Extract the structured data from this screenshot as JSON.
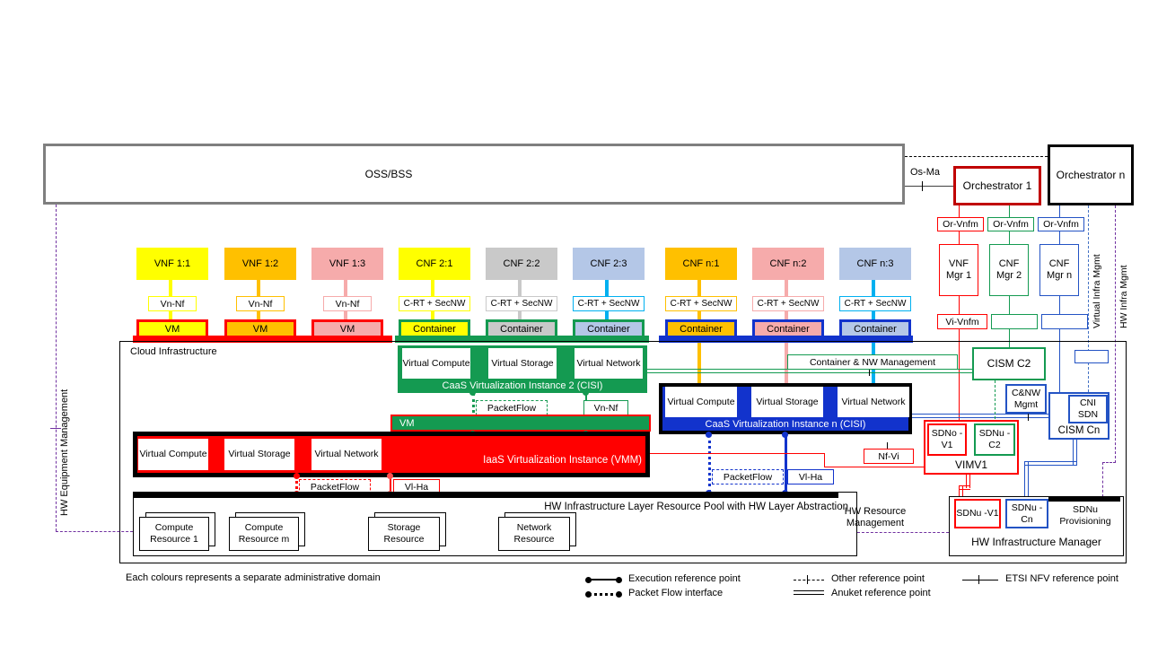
{
  "palette": {
    "yellow": "#FFFF00",
    "orange": "#FFC000",
    "rose": "#F6ABAB",
    "gray": "#C9C9C9",
    "lightblue": "#B4C7E7",
    "cyan": "#00B0F0",
    "green": "#149A51",
    "blue_fill": "#1233CC",
    "red": "#FF0000",
    "dark_red": "#C00000",
    "blue_line": "#2353C4",
    "purple": "#7030A0",
    "dash_blue": "#4472C4",
    "gray_border": "#7F7F7F"
  },
  "top": {
    "oss_bss": "OSS/BSS",
    "os_ma": "Os-Ma",
    "orchestrator1": "Orchestrator 1",
    "orchestrator_n": "Orchestrator n"
  },
  "nf_row": [
    {
      "label": "VNF 1:1",
      "fill": "#FFFF00",
      "line": "#FFFF00",
      "ref": "Vn-Nf",
      "host": "VM",
      "host_border": "#FF0000"
    },
    {
      "label": "VNF 1:2",
      "fill": "#FFC000",
      "line": "#FFC000",
      "ref": "Vn-Nf",
      "host": "VM",
      "host_border": "#FF0000"
    },
    {
      "label": "VNF 1:3",
      "fill": "#F6ABAB",
      "line": "#F6ABAB",
      "ref": "Vn-Nf",
      "host": "VM",
      "host_border": "#FF0000"
    },
    {
      "label": "CNF 2:1",
      "fill": "#FFFF00",
      "line": "#FFFF00",
      "ref": "C-RT + SecNW",
      "host": "Container",
      "host_border": "#149A51"
    },
    {
      "label": "CNF 2:2",
      "fill": "#C9C9C9",
      "line": "#C9C9C9",
      "ref": "C-RT + SecNW",
      "host": "Container",
      "host_border": "#149A51"
    },
    {
      "label": "CNF 2:3",
      "fill": "#B4C7E7",
      "line": "#00B0F0",
      "ref": "C-RT + SecNW",
      "host": "Container",
      "host_border": "#149A51"
    },
    {
      "label": "CNF n:1",
      "fill": "#FFC000",
      "line": "#FFC000",
      "ref": "C-RT + SecNW",
      "host": "Container",
      "host_border": "#1233CC"
    },
    {
      "label": "CNF n:2",
      "fill": "#F6ABAB",
      "line": "#F6ABAB",
      "ref": "C-RT + SecNW",
      "host": "Container",
      "host_border": "#1233CC"
    },
    {
      "label": "CNF n:3",
      "fill": "#B4C7E7",
      "line": "#00B0F0",
      "ref": "C-RT + SecNW",
      "host": "Container",
      "host_border": "#1233CC"
    }
  ],
  "cloud": {
    "title": "Cloud Infrastructure",
    "cisi2": {
      "components": [
        "Virtual Compute",
        "Virtual Storage",
        "Virtual Network"
      ],
      "title": "CaaS Virtualization Instance 2 (CISI)",
      "packetflow": "PacketFlow",
      "vn_nf": "Vn-Nf"
    },
    "vm_bar": "VM",
    "iaas": {
      "components": [
        "Virtual Compute",
        "Virtual Storage",
        "Virtual Network"
      ],
      "title": "IaaS Virtualization Instance (VMM)",
      "packetflow": "PacketFlow",
      "vl_ha": "Vl-Ha"
    },
    "cisi_n": {
      "components": [
        "Virtual Compute",
        "Virtual Storage",
        "Virtual Network"
      ],
      "title": "CaaS Virtualization Instance n (CISI)",
      "packetflow": "PacketFlow",
      "vl_ha": "Vl-Ha"
    },
    "container_nw_mgmt": "Container & NW Management",
    "nf_vi": "Nf-Vi"
  },
  "mgmt": {
    "or_vnfm": [
      "Or-Vnfm",
      "Or-Vnfm",
      "Or-Vnfm"
    ],
    "managers": [
      "VNF Mgr 1",
      "CNF Mgr 2",
      "CNF Mgr n"
    ],
    "vi_vnfm": "Vi-Vnfm",
    "cism_c2": "CISM C2",
    "cnw_mgmt": "C&NW Mgmt",
    "cni_sdn": "CNI SDN",
    "cism_cn": "CISM Cn",
    "sdno_v1": "SDNo -V1",
    "sdnu_c2": "SDNu -C2",
    "vimv1": "VIMV1"
  },
  "hw": {
    "pool_title": "HW Infrastructure Layer Resource Pool with HW Layer Abstraction",
    "resources": [
      "Compute Resource 1",
      "Compute Resource m",
      "Storage Resource",
      "Network Resource"
    ],
    "resource_mgmt": "HW Resource Management",
    "manager": {
      "sdnu_v1": "SDNu -V1",
      "sdnu_cn": "SDNu -Cn",
      "sdnu_prov": "SDNu Provisioning",
      "title": "HW Infrastructure Manager"
    }
  },
  "side": {
    "hw_equipment_mgmt": "HW Equipment Management",
    "virtual_infra_mgmt": "Virtual Infra Mgmt",
    "hw_infra_mgmt": "HW Infra Mgmt"
  },
  "footnote": "Each colours represents a separate administrative domain",
  "legend": {
    "execution": "Execution reference point",
    "packet_flow": "Packet Flow interface",
    "other": "Other reference point",
    "anuket": "Anuket reference point",
    "etsi": "ETSI NFV reference point"
  }
}
